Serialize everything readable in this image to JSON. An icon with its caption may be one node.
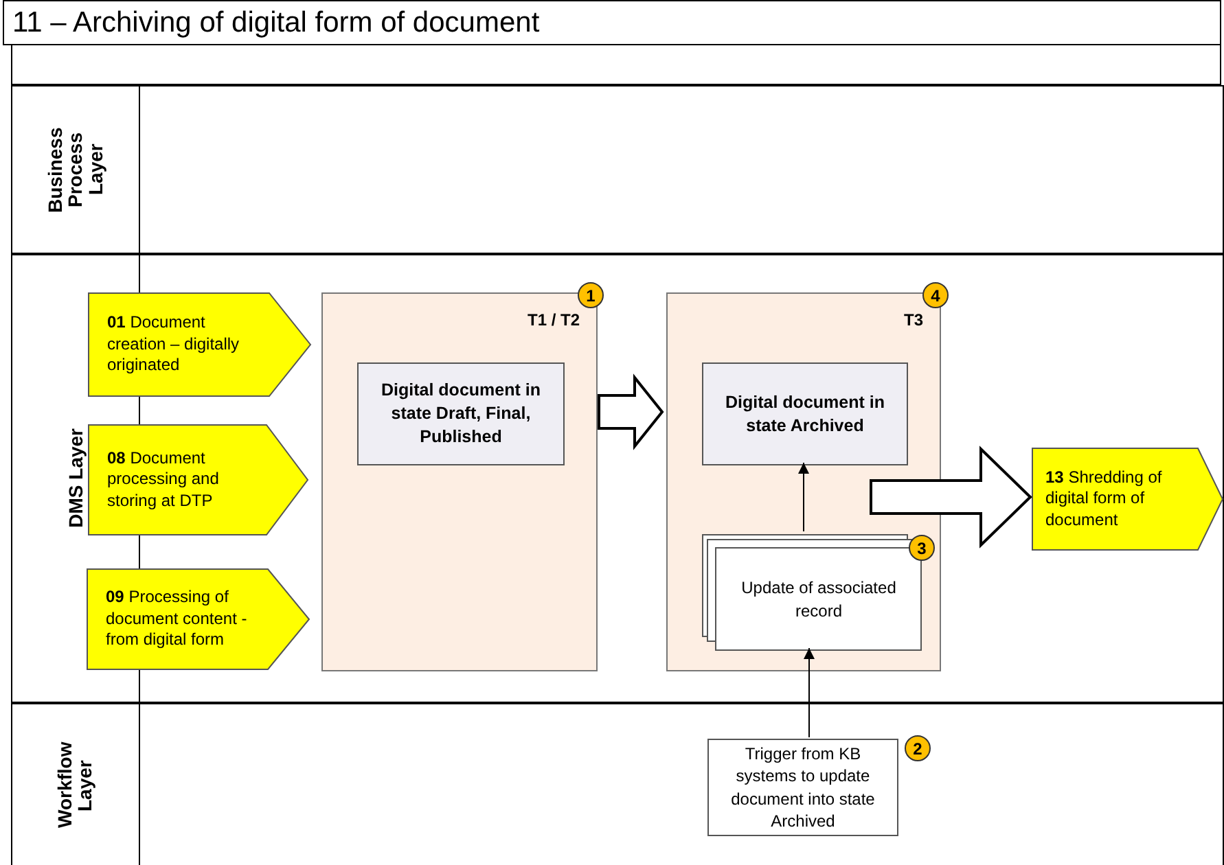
{
  "diagram": {
    "title": "11 – Archiving of digital form of document",
    "nodes": [
      {
        "text": [
          "Business Process Layer"
        ]
      },
      {
        "text": [
          "DMS Layer"
        ]
      },
      {
        "text": [
          "Workflow Layer"
        ]
      },
      {
        "text": [
          "**01** Document creation – digitally originated"
        ],
        "in": 1
      },
      {
        "text": [
          "**08** Document processing and storing at DTP"
        ],
        "in": 1
      },
      {
        "text": [
          "**09** Processing of document content - from digital form"
        ],
        "in": 1
      },
      {
        "text": [
          "T1 / T2"
        ],
        "beside": [
          "1"
        ],
        "in": 1
      },
      {
        "text": [
          "Digital document in state Draft, Final, Published"
        ],
        "in": 6
      },
      {
        "text": [
          "T3"
        ],
        "beside": [
          "4"
        ],
        "in": 1
      },
      {
        "text": [
          "Digital document in state Archived"
        ],
        "in": 8
      },
      {
        "text": [
          "Update of associated record"
        ],
        "beside": [
          "3"
        ],
        "in": 8
      },
      {
        "text": [
          "**13** Shredding of digital form of document"
        ],
        "in": 1
      },
      {
        "text": [
          "Trigger from KB systems to update document into state Archived"
        ],
        "beside": [
          "2"
        ],
        "in": 2
      }
    ],
    "edges": [
      {
        "from": 6,
        "to": 8,
        "arrow": "to",
        "style": "thick"
      },
      {
        "from": 10,
        "to": 9,
        "arrow": "to"
      },
      {
        "from": 12,
        "to": 10,
        "arrow": "to"
      },
      {
        "from": 8,
        "to": 11,
        "arrow": "to",
        "style": "thick"
      }
    ]
  }
}
